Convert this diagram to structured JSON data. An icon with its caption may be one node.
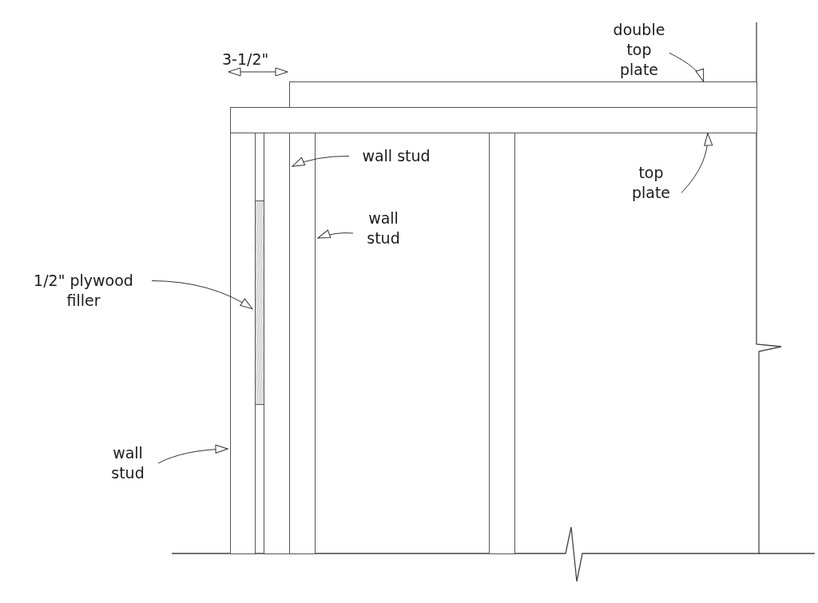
{
  "diagram": {
    "nodes": [
      {
        "text": [
          "double top plate"
        ]
      },
      {
        "text": [
          "wall stud"
        ]
      },
      {
        "text": [
          "top plate"
        ]
      },
      {
        "text": [
          "wall stud"
        ]
      },
      {
        "text": [
          "1/2\" plywood filler"
        ]
      },
      {
        "text": [
          "wall stud"
        ]
      },
      {
        "text": [],
        "shape": "box"
      },
      {
        "text": [],
        "shape": "box"
      },
      {
        "text": [],
        "shape": "box"
      },
      {
        "text": [],
        "shape": "box"
      },
      {
        "text": [],
        "shape": "box"
      },
      {
        "text": [],
        "shape": "box"
      },
      {
        "text": [],
        "shape": "box"
      }
    ],
    "edges": [
      {
        "from": 0,
        "to": 6,
        "arrow": "to"
      },
      {
        "from": 1,
        "to": 10,
        "arrow": "to"
      },
      {
        "from": 2,
        "to": 7,
        "arrow": "to"
      },
      {
        "from": 3,
        "to": 11,
        "arrow": "to"
      },
      {
        "from": 4,
        "to": 9,
        "arrow": "to"
      },
      {
        "from": 5,
        "to": 8,
        "arrow": "to"
      }
    ],
    "labels": [
      "3-1/2\""
    ]
  }
}
